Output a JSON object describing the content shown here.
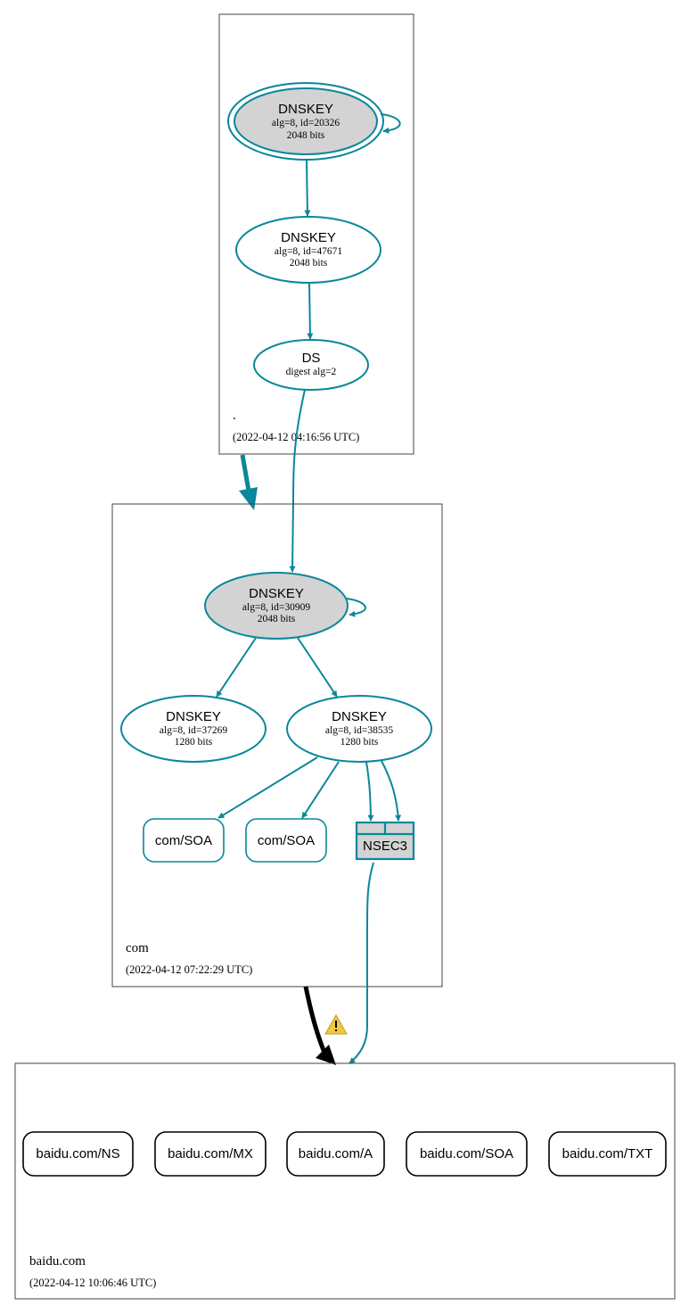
{
  "colors": {
    "accent": "#0a879a",
    "ksk_fill": "#d3d3d3",
    "delegation_ok": "#0a879a",
    "delegation_warn": "#000000",
    "warning": "#f2c744"
  },
  "zones": {
    "root": {
      "name": ".",
      "timestamp": "(2022-04-12 04:16:56 UTC)"
    },
    "com": {
      "name": "com",
      "timestamp": "(2022-04-12 07:22:29 UTC)"
    },
    "baidu": {
      "name": "baidu.com",
      "timestamp": "(2022-04-12 10:06:46 UTC)"
    }
  },
  "nodes": {
    "root_ksk": {
      "title": "DNSKEY",
      "line1": "alg=8, id=20326",
      "line2": "2048 bits"
    },
    "root_zsk": {
      "title": "DNSKEY",
      "line1": "alg=8, id=47671",
      "line2": "2048 bits"
    },
    "root_ds": {
      "title": "DS",
      "line1": "digest alg=2"
    },
    "com_ksk": {
      "title": "DNSKEY",
      "line1": "alg=8, id=30909",
      "line2": "2048 bits"
    },
    "com_zsk1": {
      "title": "DNSKEY",
      "line1": "alg=8, id=37269",
      "line2": "1280 bits"
    },
    "com_zsk2": {
      "title": "DNSKEY",
      "line1": "alg=8, id=38535",
      "line2": "1280 bits"
    },
    "com_soa1": {
      "label": "com/SOA"
    },
    "com_soa2": {
      "label": "com/SOA"
    },
    "com_nsec3": {
      "label": "NSEC3"
    }
  },
  "records": [
    {
      "label": "baidu.com/NS"
    },
    {
      "label": "baidu.com/MX"
    },
    {
      "label": "baidu.com/A"
    },
    {
      "label": "baidu.com/SOA"
    },
    {
      "label": "baidu.com/TXT"
    }
  ],
  "icons": {
    "warning": "warning-icon"
  }
}
